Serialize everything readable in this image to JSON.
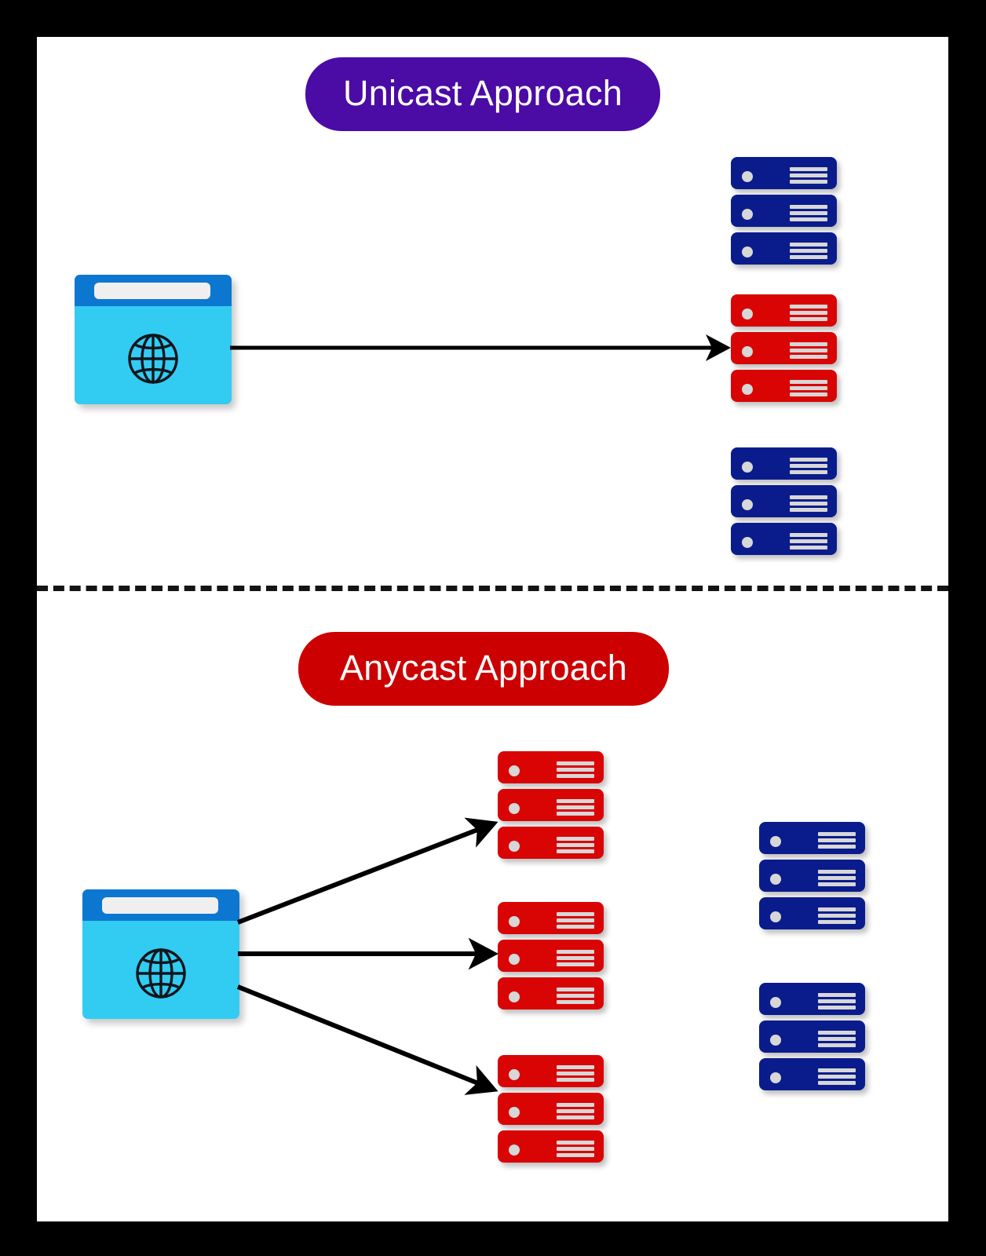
{
  "diagram": {
    "title": "Unicast vs Anycast Approach",
    "background_color": "#000000",
    "canvas_color": "#ffffff",
    "divider_style": "dashed",
    "sections": [
      {
        "id": "unicast",
        "title_label": "Unicast Approach",
        "title_color": "#4B0BA5",
        "title_text_color": "#ffffff",
        "client": {
          "label": "web-browser-client",
          "icon": "globe-icon"
        },
        "arrow_count": 1,
        "server_groups": [
          {
            "id": "unicast-servers-top",
            "color": "#0A1C8C",
            "color_name": "navy",
            "unit_count": 3,
            "targeted": false
          },
          {
            "id": "unicast-servers-middle",
            "color": "#D90505",
            "color_name": "red",
            "unit_count": 3,
            "targeted": true
          },
          {
            "id": "unicast-servers-bottom",
            "color": "#0A1C8C",
            "color_name": "navy",
            "unit_count": 3,
            "targeted": false
          }
        ]
      },
      {
        "id": "anycast",
        "title_label": "Anycast Approach",
        "title_color": "#CC0000",
        "title_text_color": "#ffffff",
        "client": {
          "label": "web-browser-client",
          "icon": "globe-icon"
        },
        "arrow_count": 3,
        "server_groups": [
          {
            "id": "anycast-servers-top",
            "color": "#D90505",
            "color_name": "red",
            "unit_count": 3,
            "targeted": true
          },
          {
            "id": "anycast-servers-middle",
            "color": "#D90505",
            "color_name": "red",
            "unit_count": 3,
            "targeted": true
          },
          {
            "id": "anycast-servers-bottom",
            "color": "#D90505",
            "color_name": "red",
            "unit_count": 3,
            "targeted": true
          },
          {
            "id": "anycast-servers-right-upper",
            "color": "#0A1C8C",
            "color_name": "navy",
            "unit_count": 3,
            "targeted": false
          },
          {
            "id": "anycast-servers-right-lower",
            "color": "#0A1C8C",
            "color_name": "navy",
            "unit_count": 3,
            "targeted": false
          }
        ]
      }
    ],
    "colors": {
      "navy": "#0A1C8C",
      "red": "#D90505",
      "purple": "#4B0BA5",
      "badge_red": "#CC0000",
      "browser_body": "#32CCF2",
      "browser_bar": "#0C77D1",
      "browser_url": "#EFEFEF",
      "arrow": "#000000",
      "led": "#D7D7D7"
    }
  }
}
